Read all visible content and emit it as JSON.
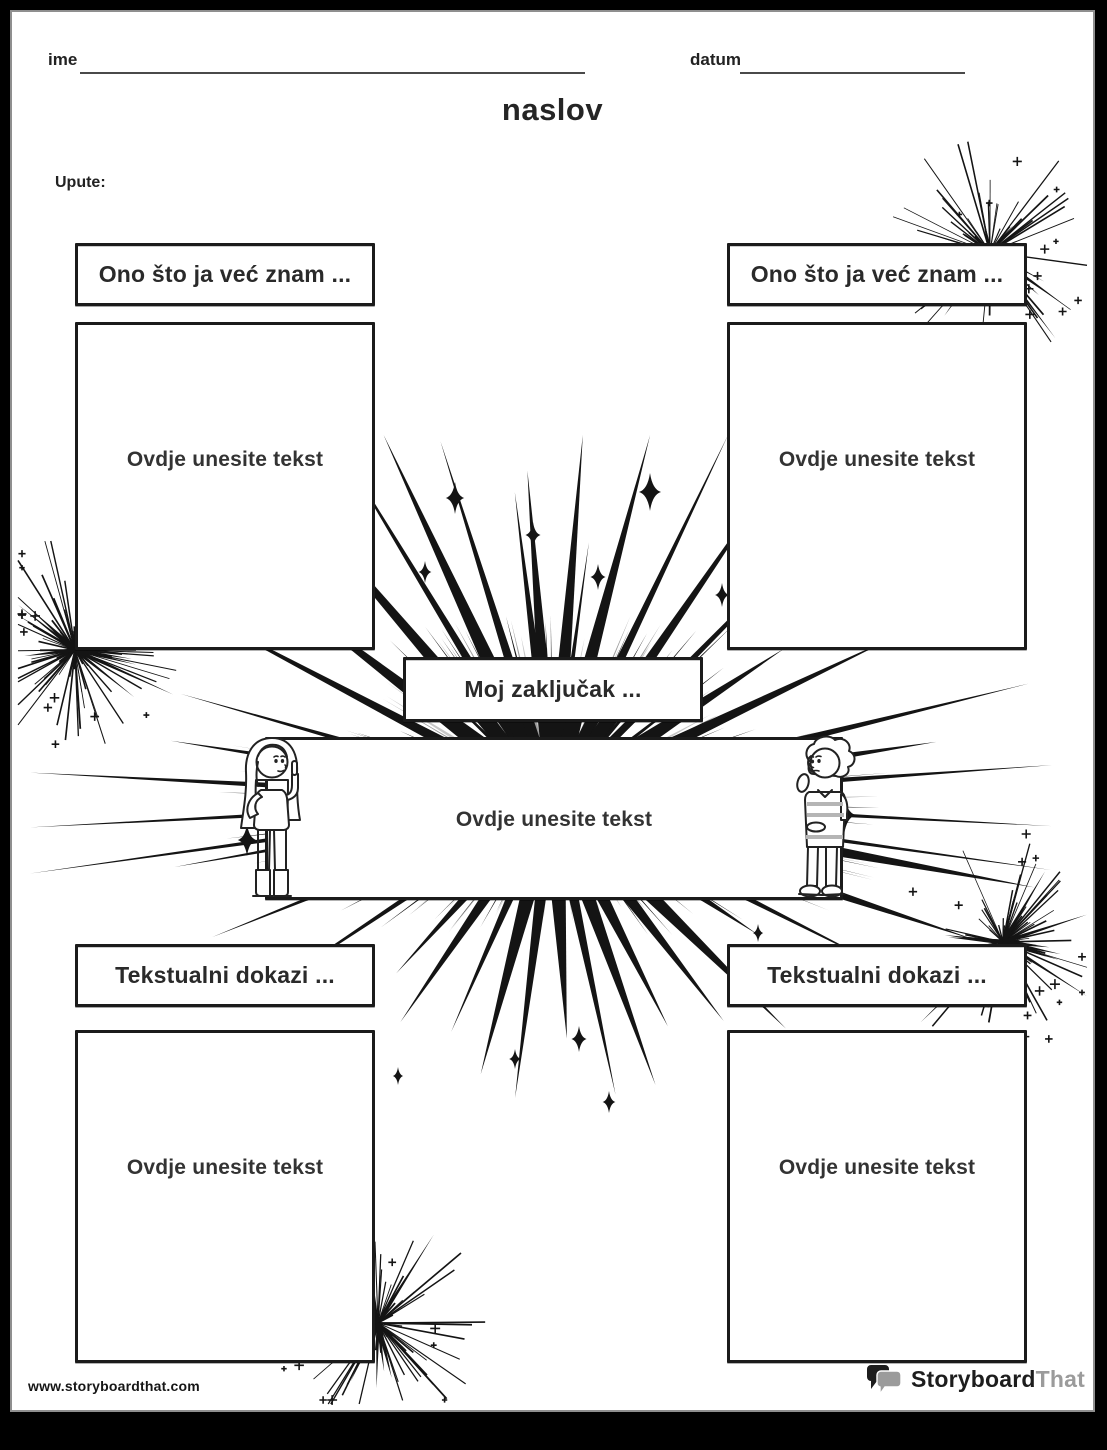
{
  "header": {
    "name_label": "ime",
    "date_label": "datum",
    "title": "naslov",
    "instructions_label": "Upute:"
  },
  "sections": {
    "know_left": {
      "header": "Ono što ja već znam ...",
      "placeholder": "Ovdje unesite tekst"
    },
    "know_right": {
      "header": "Ono što ja već znam ...",
      "placeholder": "Ovdje unesite tekst"
    },
    "conclusion": {
      "header": "Moj zaključak ...",
      "placeholder": "Ovdje unesite tekst"
    },
    "evidence_left": {
      "header": "Tekstualni dokazi ...",
      "placeholder": "Ovdje unesite tekst"
    },
    "evidence_right": {
      "header": "Tekstualni dokazi ...",
      "placeholder": "Ovdje unesite tekst"
    }
  },
  "footer": {
    "website": "www.storyboardthat.com",
    "logo_black": "Storyboard",
    "logo_gray": "That"
  },
  "icons": {
    "starburst": "comic-starburst-explosion",
    "fireworks": "firework-sparkle-burst",
    "girl": "thinking-girl-character",
    "boy": "thinking-boy-character",
    "logo_icon": "speech-bubbles"
  },
  "colors": {
    "ink": "#1b1b1b",
    "text": "#2e2e2e",
    "logo_gray": "#9b9b9b",
    "frame": "#000000",
    "page": "#ffffff"
  }
}
